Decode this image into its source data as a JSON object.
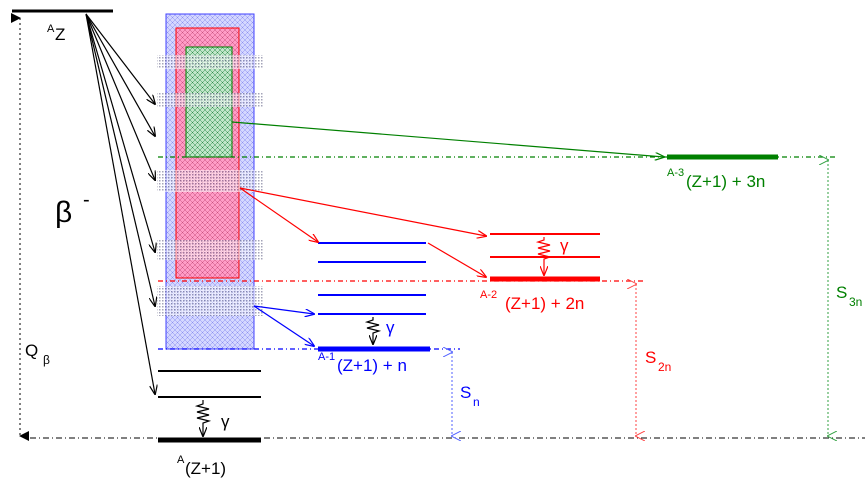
{
  "parent": {
    "mass_sup": "A",
    "element": "Z"
  },
  "decay": {
    "beta_symbol": "β",
    "beta_sign": "-",
    "q_main": "Q",
    "q_sub": "β"
  },
  "daughter": {
    "mass_sup": "A",
    "label": "(Z+1)",
    "gamma": "γ"
  },
  "channel_1n": {
    "mass_sup": "A-1",
    "label": "(Z+1) + n",
    "gamma": "γ",
    "sep_main": "S",
    "sep_sub": "n"
  },
  "channel_2n": {
    "mass_sup": "A-2",
    "label": "(Z+1) + 2n",
    "gamma": "γ",
    "sep_main": "S",
    "sep_sub": "2n"
  },
  "channel_3n": {
    "mass_sup": "A-3",
    "label": "(Z+1) + 3n",
    "sep_main": "S",
    "sep_sub": "3n"
  },
  "colors": {
    "black": "#000000",
    "blue": "#0000ff",
    "red": "#ff0000",
    "green": "#008000",
    "box_blue": "#d0d4ff",
    "box_pink": "#ffa8cf",
    "box_green": "#bfe6c8"
  }
}
